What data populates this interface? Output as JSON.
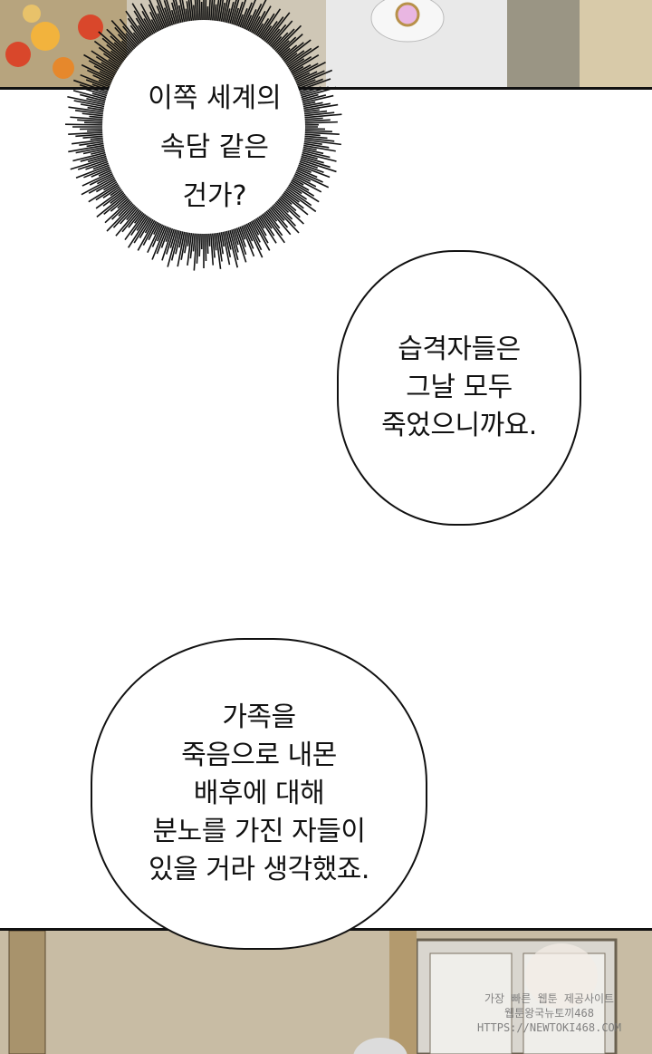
{
  "burst_bubble": {
    "lines": [
      "이쪽 세계의",
      "속담 같은",
      "건가?"
    ]
  },
  "bubble_1": {
    "lines": [
      "습격자들은",
      "그날 모두",
      "죽었으니까요."
    ]
  },
  "bubble_2": {
    "lines": [
      "가족을",
      "죽음으로 내몬",
      "배후에 대해",
      "분노를 가진 자들이",
      "있을 거라 생각했죠."
    ]
  },
  "watermark": {
    "lines": [
      "가장 빠른 웹툰 제공사이트",
      "웹툰왕국뉴토끼468",
      "HTTPS://NEWTOKI468.COM"
    ]
  },
  "colors": {
    "ink": "#111111",
    "paper": "#ffffff",
    "panel_top": "#cfc7b6",
    "panel_bottom": "#b9ad96"
  }
}
